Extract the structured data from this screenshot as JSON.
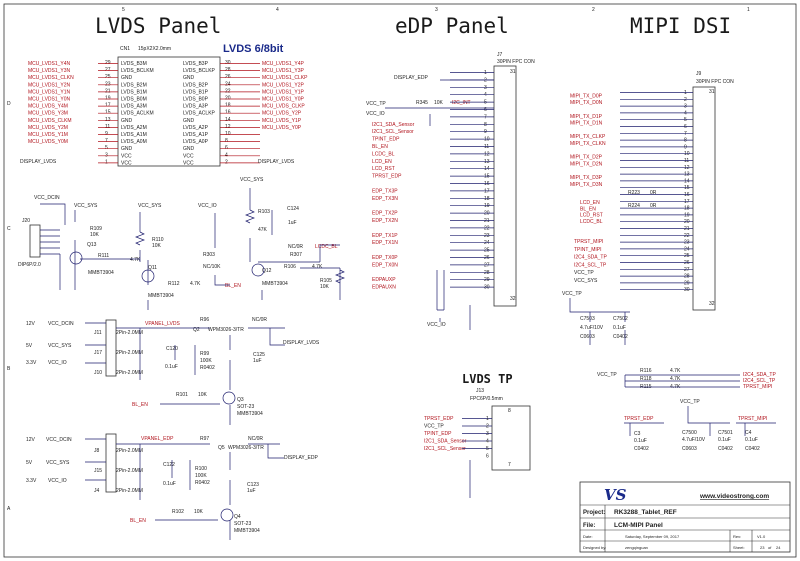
{
  "titles": {
    "lvds_panel": "LVDS Panel",
    "edp_panel": "eDP Panel",
    "mipi_dsi": "MIPI DSI",
    "lvds_bits": "LVDS 6/8bit",
    "lvds_tp": "LVDS TP"
  },
  "cn1": {
    "ref": "CN1",
    "value": "15pX2X2.0mm",
    "left_nets": [
      "MCU_LVDS1_Y4N",
      "MCU_LVDS1_Y3N",
      "MCU_LVDS1_CLKN",
      "MCU_LVDS1_Y2N",
      "MCU_LVDS1_Y1N",
      "MCU_LVDS1_Y0N",
      "MCU_LVDS_Y4M",
      "MCU_LVDS_Y3M",
      "MCU_LVDS_CLKM",
      "MCU_LVDS_Y2M",
      "MCU_LVDS_Y1M",
      "MCU_LVDS_Y0M"
    ],
    "left_pins": [
      "LVDS_B3M",
      "LVDS_BCLKM",
      "GND",
      "LVDS_B2M",
      "LVDS_B1M",
      "LVDS_B0M",
      "LVDS_A3M",
      "LVDS_ACLKM",
      "GND",
      "LVDS_A2M",
      "LVDS_A1M",
      "LVDS_A0M",
      "GND",
      "VCC",
      "VCC"
    ],
    "right_pins": [
      "LVDS_B3P",
      "LVDS_BCLKP",
      "GND",
      "LVDS_B2P",
      "LVDS_B1P",
      "LVDS_B0P",
      "LVDS_A3P",
      "LVDS_ACLKP",
      "GND",
      "LVDS_A2P",
      "LVDS_A1P",
      "LVDS_A0P",
      "GND",
      "VCC",
      "VCC"
    ],
    "right_nets": [
      "MCU_LVDS1_Y4P",
      "MCU_LVDS1_Y3P",
      "MCU_LVDS1_CLKP",
      "MCU_LVDS1_Y2P",
      "MCU_LVDS1_Y1P",
      "MCU_LVDS1_Y0P",
      "MCU_LVDS_CLKP",
      "MCU_LVDS_Y2P",
      "MCU_LVDS_Y1P",
      "MCU_LVDS_Y0P"
    ],
    "left_nums": [
      "29",
      "27",
      "25",
      "23",
      "21",
      "19",
      "17",
      "15",
      "13",
      "11",
      "9",
      "7",
      "5",
      "3",
      "1"
    ],
    "right_nums": [
      "30",
      "28",
      "26",
      "24",
      "22",
      "20",
      "18",
      "16",
      "14",
      "12",
      "10",
      "8",
      "6",
      "4",
      "2"
    ],
    "display_net": "DISPLAY_LVDS"
  },
  "lvds_ctrl": {
    "vcc_dcin": "VCC_DCIN",
    "vcc_sys": "VCC_SYS",
    "vcc_io": "VCC_IO",
    "j20": "J20",
    "j20_value": "DIP6P/2.0",
    "r109": "R109",
    "r109_v": "10K",
    "q13": "Q13",
    "q13_v": "MMBT3904",
    "r111": "R111",
    "r111_v": "4.7K",
    "r110": "R110",
    "r110_v": "10K",
    "q11": "Q11",
    "q11_v": "MMBT3904",
    "r303": "R303",
    "r303_v": "NC/10K",
    "r112": "R112",
    "r112_v": "4.7K",
    "bl_en": "BL_EN",
    "r103": "R103",
    "r103_v": "47K",
    "c124": "C124",
    "c124_v": "1uF",
    "r307": "R307",
    "r307_v": "NC/0R",
    "lcdc_bl": "LCDC_BL",
    "q12": "Q12",
    "q12_v": "MMBT3904",
    "r106": "R106",
    "r106_v": "4.7K",
    "r105": "R105",
    "r105_v": "10K"
  },
  "lvds_pwr": {
    "v12": "12V",
    "v5": "5V",
    "v33": "3.3V",
    "vcc_dcin": "VCC_DCIN",
    "vcc_sys": "VCC_SYS",
    "vcc_io": "VCC_IO",
    "j11": "J11",
    "j17": "J17",
    "j10": "J10",
    "jval": "2Pin-2.0MM",
    "vpanel": "VPANEL_LVDS",
    "r96": "R96",
    "r96_v": "NC/0R",
    "q2": "Q2",
    "q2_v": "WPM3026-3/TR",
    "c120": "C120",
    "c120_v": "0.1uF",
    "r99": "R99",
    "r99_v": "100K",
    "r99_p": "R0402",
    "c125": "C125",
    "c125_v": "1uF",
    "display": "DISPLAY_LVDS",
    "r101": "R101",
    "r101_v": "10K",
    "q3": "Q3",
    "q3_v": "SOT-23",
    "q3_p": "MMBT3904",
    "bl_en": "BL_EN"
  },
  "edp_pwr": {
    "v12": "12V",
    "v5": "5V",
    "v33": "3.3V",
    "vcc_dcin": "VCC_DCIN",
    "vcc_sys": "VCC_SYS",
    "vcc_io": "VCC_IO",
    "j8": "J8",
    "j15": "J15",
    "j4": "J4",
    "jval": "2Pin-2.0MM",
    "vpanel": "VPANEL_EDP",
    "r97": "R97",
    "r97_v": "NC/0R",
    "q5": "Q5",
    "q5_v": "WPM3026-3/TR",
    "c122": "C122",
    "c122_v": "0.1uF",
    "r100": "R100",
    "r100_v": "100K",
    "r100_p": "R0402",
    "c123": "C123",
    "c123_v": "1uF",
    "display": "DISPLAY_EDP",
    "r102": "R102",
    "r102_v": "10K",
    "q4": "Q4",
    "q4_v": "SOT-23",
    "q4_p": "MMBT3904",
    "bl_en": "BL_EN"
  },
  "j7": {
    "ref": "J7",
    "value": "30PIN FPC CON",
    "display_edp": "DISPLAY_EDP",
    "vcc_tp": "VCC_TP",
    "vcc_io": "VCC_IO",
    "r345": "R345",
    "r345_v": "10K",
    "i2c_int": "I2C_INT",
    "nets": [
      "I2C1_SDA_Sensor",
      "I2C1_SCL_Sensor",
      "TPINT_EDP",
      "BL_EN",
      "LCDC_BL",
      "LCD_EN",
      "LCD_RST",
      "TPRST_EDP",
      "",
      "EDP_TX3P",
      "EDP_TX3N",
      "",
      "EDP_TX2P",
      "EDP_TX2N",
      "",
      "EDP_TX1P",
      "EDP_TX1N",
      "",
      "EDP_TX0P",
      "EDP_TX0N",
      "",
      "EDPAUXP",
      "EDPAUXN"
    ],
    "pins": [
      "1",
      "2",
      "3",
      "4",
      "5",
      "6",
      "7",
      "8",
      "9",
      "10",
      "11",
      "12",
      "13",
      "14",
      "15",
      "16",
      "17",
      "18",
      "19",
      "20",
      "21",
      "22",
      "23",
      "24",
      "25",
      "26",
      "27",
      "28",
      "29",
      "30"
    ],
    "pin31": "31",
    "pin32": "32"
  },
  "j9": {
    "ref": "J9",
    "value": "30PIN FPC CON",
    "nets": [
      "MIPI_TX_D0P",
      "MIPI_TX_D0N",
      "",
      "MIPI_TX_D1P",
      "MIPI_TX_D1N",
      "",
      "MIPI_TX_CLKP",
      "MIPI_TX_CLKN",
      "",
      "MIPI_TX_D2P",
      "MIPI_TX_D2N",
      "",
      "MIPI_TX_D3P",
      "MIPI_TX_D3N"
    ],
    "r223": "R223",
    "r223_v": "0R",
    "r224": "R224",
    "r224_v": "0R",
    "ctrl": [
      "LCD_EN",
      "BL_EN",
      "LCD_RST",
      "LCDC_BL"
    ],
    "ctrl2": [
      "TPRST_MIPI",
      "TPINT_MIPI",
      "I2C4_SDA_TP",
      "I2C4_SCL_TP",
      "VCC_TP",
      "VCC_SYS"
    ],
    "pins": [
      "1",
      "2",
      "3",
      "4",
      "5",
      "6",
      "7",
      "8",
      "9",
      "10",
      "11",
      "12",
      "13",
      "14",
      "15",
      "16",
      "17",
      "18",
      "19",
      "20",
      "21",
      "22",
      "23",
      "24",
      "25",
      "26",
      "27",
      "28",
      "29",
      "30"
    ],
    "pin31": "31",
    "pin32": "32"
  },
  "caps": {
    "vcc_tp": "VCC_TP",
    "c7503": "C7503",
    "c7503_v": "4.7uF/10V",
    "c7503_p": "C0603",
    "c7502": "C7502",
    "c7502_v": "0.1uF",
    "c7502_p": "C0402"
  },
  "j13": {
    "ref": "J13",
    "value": "FPC6P/0.5mm",
    "nets": [
      "TPRST_EDP",
      "VCC_TP",
      "TPINT_EDP",
      "I2C1_SDA_Sensor",
      "I2C1_SCL_Sensor"
    ],
    "pins": [
      "1",
      "2",
      "3",
      "4",
      "5",
      "6"
    ],
    "pin7": "7",
    "pin8": "8"
  },
  "tp_mipi": {
    "vcc_tp": "VCC_TP",
    "r116": "R116",
    "r118": "R118",
    "r115": "R115",
    "rv": "4.7K",
    "nets": [
      "I2C4_SDA_TP",
      "I2C4_SCL_TP",
      "TPRST_MIPI"
    ]
  },
  "tp_caps": {
    "tprst_edp": "TPRST_EDP",
    "vcc_tp": "VCC_TP",
    "tprst_mipi": "TPRST_MIPI",
    "c3": "C3",
    "c3_v": "0.1uF",
    "c3_p": "C0402",
    "c7500": "C7500",
    "c7500_v": "4.7uF/10V",
    "c7500_p": "C0603",
    "c7501": "C7501",
    "c7501_v": "0.1uF",
    "c7501_p": "C0402",
    "c4": "C4",
    "c4_v": "0.1uF",
    "c4_p": "C0402"
  },
  "titleblock": {
    "logo": "VS",
    "url": "www.videostrong.com",
    "project_label": "Project:",
    "project": "RK3288_Tablet_REF",
    "file_label": "File:",
    "file": "LCM-MIPI Panel",
    "date_label": "Date:",
    "date": "Saturday, September 09, 2017",
    "rev_label": "Rev:",
    "rev": "V1.0",
    "designer_label": "Designed by:",
    "designer": "zengqinguan",
    "sheet_label": "Sheet:",
    "sheet": "23",
    "of": "of",
    "total": "24"
  },
  "frame": {
    "cols": [
      "1",
      "2",
      "3",
      "4",
      "5"
    ],
    "rows": [
      "A",
      "B",
      "C",
      "D"
    ]
  }
}
